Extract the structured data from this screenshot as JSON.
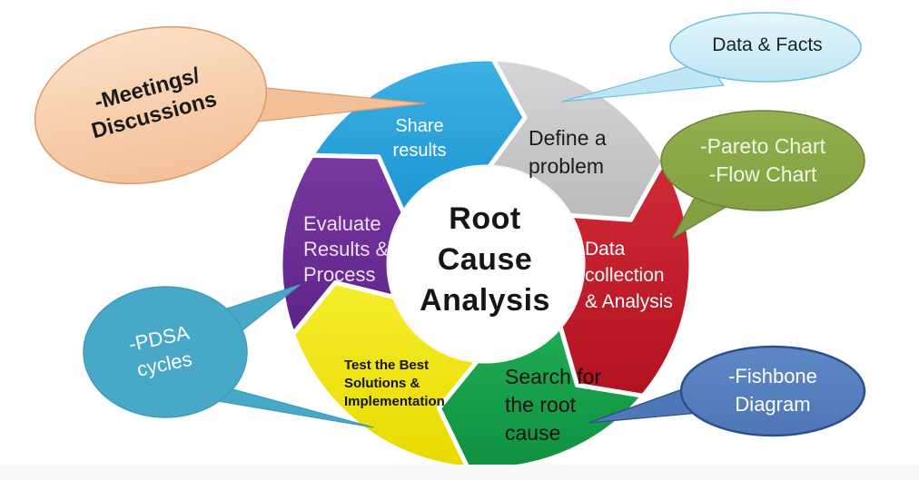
{
  "title": "Root Cause Analysis cycle diagram",
  "center_label": {
    "lines": [
      "Root",
      "Cause",
      "Analysis"
    ]
  },
  "segments": [
    {
      "name": "share-results",
      "lines": [
        "Share",
        "results"
      ],
      "fill": "#3FB1E3",
      "fill2": "#1B95D1",
      "text_color": "#FFFFFF"
    },
    {
      "name": "define-a-problem",
      "lines": [
        "Define a",
        "problem"
      ],
      "fill": "#D6D6D8",
      "fill2": "#BBBBBE",
      "text_color": "#1C1C1C"
    },
    {
      "name": "data-collection-analysis",
      "lines": [
        "Data",
        "collection",
        "& Analysis"
      ],
      "fill": "#D02A38",
      "fill2": "#B31220",
      "text_color": "#FFFFFF"
    },
    {
      "name": "search-root-cause",
      "lines": [
        "Search for",
        "the root",
        "cause"
      ],
      "fill": "#20AB52",
      "fill2": "#0E9140",
      "text_color": "#121212"
    },
    {
      "name": "test-best-solutions",
      "lines": [
        "Test the Best",
        "Solutions &",
        "Implementation"
      ],
      "fill": "#F6EC2C",
      "fill2": "#E8DB00",
      "text_color": "#141414"
    },
    {
      "name": "evaluate-results-process",
      "lines": [
        "Evaluate",
        "Results &",
        "Process"
      ],
      "fill": "#79399F",
      "fill2": "#5D2389",
      "text_color": "#EDDFF6"
    }
  ],
  "bubbles": [
    {
      "name": "meetings-discussions",
      "lines": [
        "-Meetings/",
        "Discussions"
      ],
      "fill": "#FBDFC4",
      "fill2": "#F4C098",
      "stroke": "#DC9A6A",
      "text_color": "#1A1A1A"
    },
    {
      "name": "data-facts",
      "lines": [
        "Data & Facts"
      ],
      "fill": "#E4F6FC",
      "fill2": "#BEE6F4",
      "stroke": "#74BEDD",
      "text_color": "#222222"
    },
    {
      "name": "pareto-flow-chart",
      "lines": [
        "-Pareto Chart",
        "-Flow Chart"
      ],
      "fill": "#93B050",
      "fill2": "#83A042",
      "stroke": "#68833A",
      "text_color": "#F2F6E2"
    },
    {
      "name": "pdsa-cycles",
      "lines": [
        "-PDSA",
        "cycles"
      ],
      "fill": "#47A9C7",
      "fill2": "#47A9C7",
      "stroke": "#3D9CB9",
      "text_color": "#FFFFFF"
    },
    {
      "name": "fishbone-diagram",
      "lines": [
        "-Fishbone",
        "Diagram"
      ],
      "fill": "#5E87C6",
      "fill2": "#4F77B7",
      "stroke": "#2E4F8E",
      "text_color": "#FFFFFF"
    }
  ]
}
